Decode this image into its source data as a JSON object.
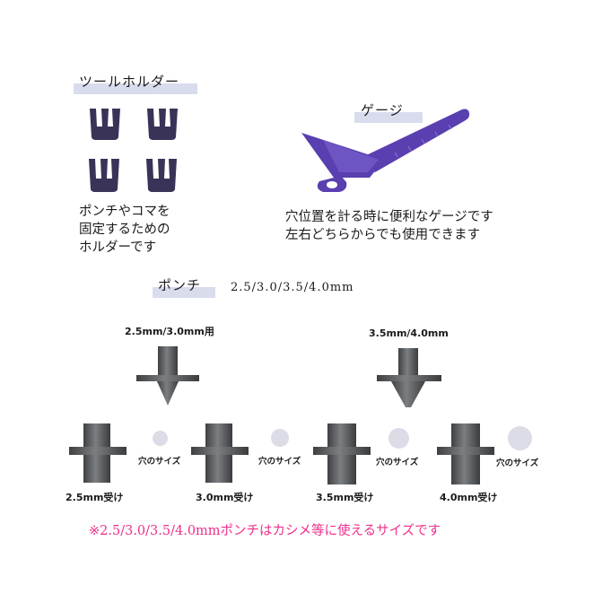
{
  "tool_holder": {
    "title": "ツールホルダー",
    "description_lines": [
      "ポンチやコマを",
      "固定するための",
      "ホルダーです"
    ],
    "color": "#3a3358"
  },
  "gauge": {
    "title": "ゲージ",
    "description_lines": [
      "穴位置を計る時に便利なゲージです",
      "左右どちらからでも使用できます"
    ],
    "color": "#5a3fb0"
  },
  "punch": {
    "title": "ポンチ",
    "sizes": "2.5/3.0/3.5/4.0mm",
    "tips": [
      {
        "label": "2.5mm/3.0mm用"
      },
      {
        "label": "3.5mm/4.0mm"
      }
    ],
    "receivers": [
      {
        "label": "2.5mm受け",
        "hole_label": "穴のサイズ"
      },
      {
        "label": "3.0mm受け",
        "hole_label": "穴のサイズ"
      },
      {
        "label": "3.5mm受け",
        "hole_label": "穴のサイズ"
      },
      {
        "label": "4.0mm受け",
        "hole_label": "穴のサイズ"
      }
    ]
  },
  "footnote": "※2.5/3.0/3.5/4.0mmポンチはカシメ等に使えるサイズです"
}
